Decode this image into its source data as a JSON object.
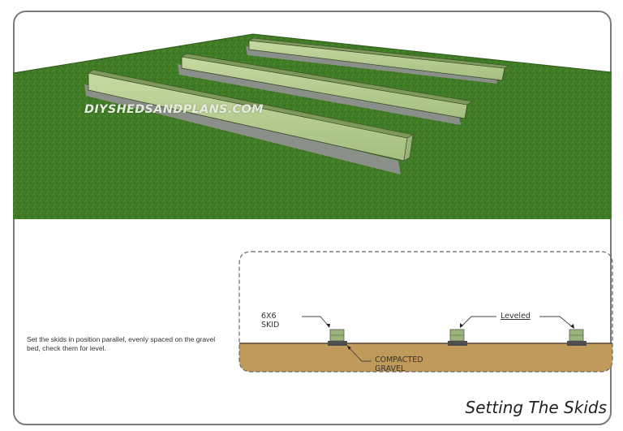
{
  "render": {
    "watermark": "DIYSHEDSANDPLANS.COM",
    "colors": {
      "grass": "#3f7a25",
      "grass_light": "#4f8a2f",
      "skid": "#b5cc8f",
      "skid_top": "#7e9a5a",
      "gravel": "#8a8f8a"
    }
  },
  "instructions": {
    "text": "Set the skids in position parallel, evenly spaced  on the gravel bed, check them for level."
  },
  "section_view": {
    "labels": {
      "skid": "6X6 SKID",
      "leveled": "Leveled",
      "gravel": "COMPACTED GRAVEL"
    },
    "colors": {
      "soil": "#c09a5a",
      "soil_edge": "#5a4630",
      "skid": "#9bb47a",
      "gravel": "#4d4d4d"
    }
  },
  "caption": "Setting The Skids"
}
